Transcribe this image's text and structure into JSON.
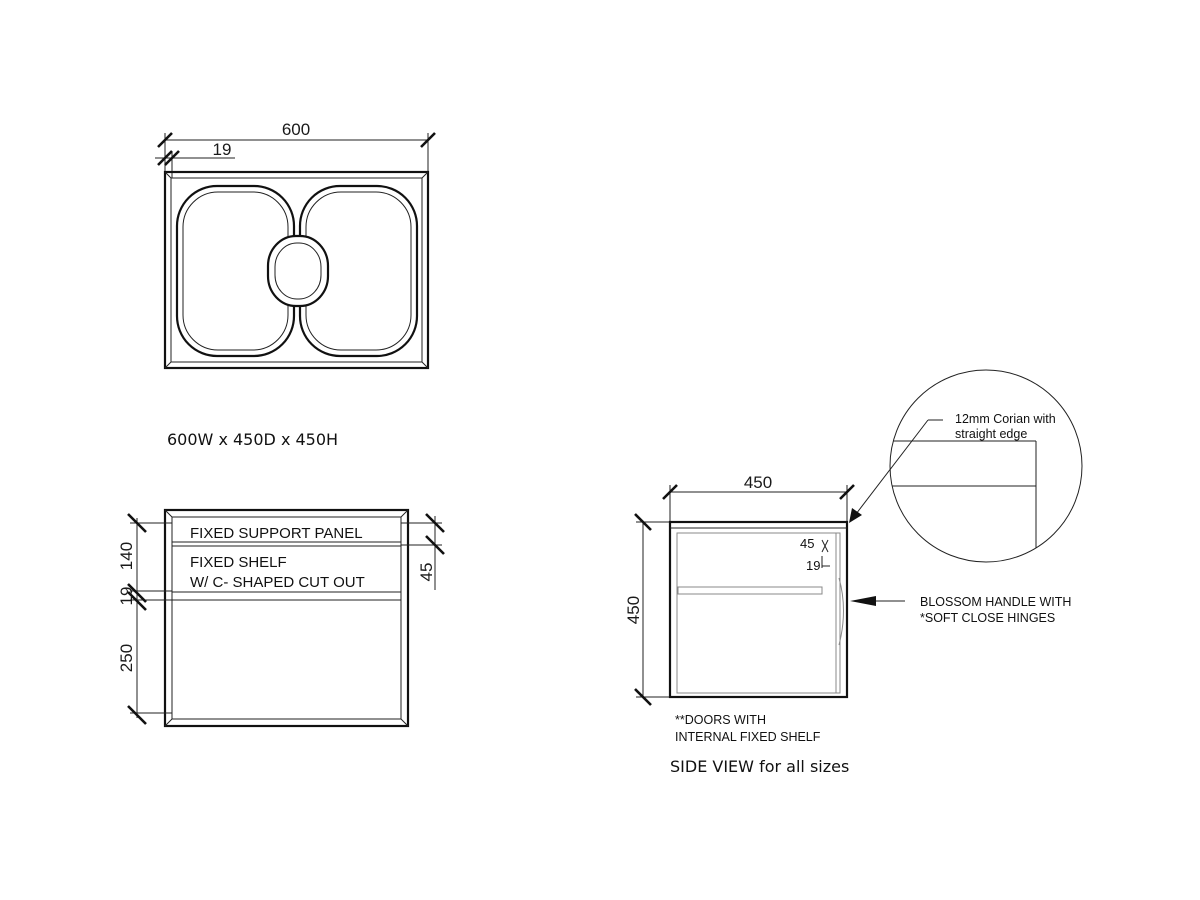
{
  "top_view": {
    "width_dim": "600",
    "panel_dim": "19"
  },
  "size_caption": "600W x 450D x 450H",
  "front_view": {
    "panel_label": "FIXED SUPPORT PANEL",
    "shelf_label_1": "FIXED SHELF",
    "shelf_label_2": "W/ C- SHAPED CUT OUT",
    "dim_140": "140",
    "dim_19": "19",
    "dim_250": "250",
    "dim_45": "45"
  },
  "side_view": {
    "depth_dim": "450",
    "height_dim": "450",
    "top_dim_45": "45",
    "top_dim_19": "19",
    "handle_note_1": "BLOSSOM HANDLE WITH",
    "handle_note_2": "*SOFT CLOSE HINGES",
    "doors_note_1": "**DOORS WITH",
    "doors_note_2": "INTERNAL FIXED SHELF",
    "caption": "SIDE VIEW for all sizes"
  },
  "detail": {
    "note_1": "12mm Corian with",
    "note_2": "straight edge"
  }
}
